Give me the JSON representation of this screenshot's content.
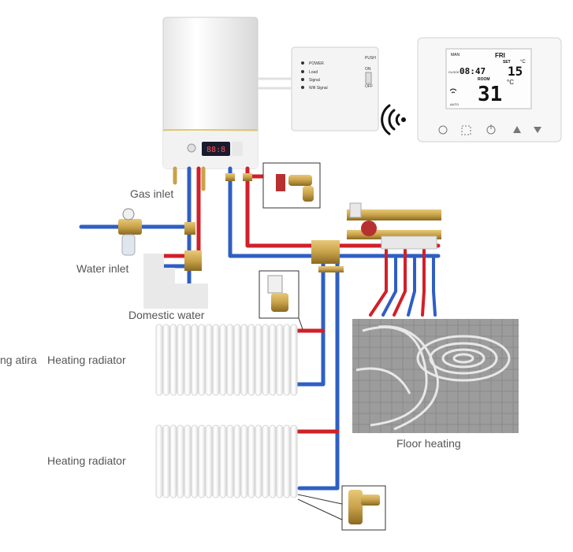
{
  "labels": {
    "gas_inlet": "Gas inlet",
    "water_inlet": "Water inlet",
    "domestic_water": "Domestic water",
    "radiator_top_mirror": "ng atira",
    "radiator_top": "Heating radiator",
    "radiator_bottom": "Heating radiator",
    "floor_heating": "Floor heating"
  },
  "receiver": {
    "leds": [
      "POWER",
      "Load",
      "Signal",
      "Wifi Signal"
    ],
    "switch": [
      "PUSH",
      "ON",
      "OFF"
    ]
  },
  "thermostat": {
    "mode": "MAN",
    "day": "FRI",
    "set_label": "SET",
    "set_temp": "15",
    "set_unit": "°C",
    "clock_label": "CLOCK",
    "time": "08:47",
    "room_label": "ROOM",
    "room_temp": "31",
    "room_unit": "°C",
    "auto_label": "AUTO"
  },
  "boiler": {
    "display": "88:8"
  },
  "colors": {
    "hot_pipe": "#d0202a",
    "cold_pipe": "#2f5fc4",
    "brass": "#c9a24a",
    "label_text": "#555555"
  },
  "icons": [
    "wifi-signal-icon",
    "clock-icon",
    "power-icon",
    "up-arrow-icon",
    "down-arrow-icon"
  ]
}
